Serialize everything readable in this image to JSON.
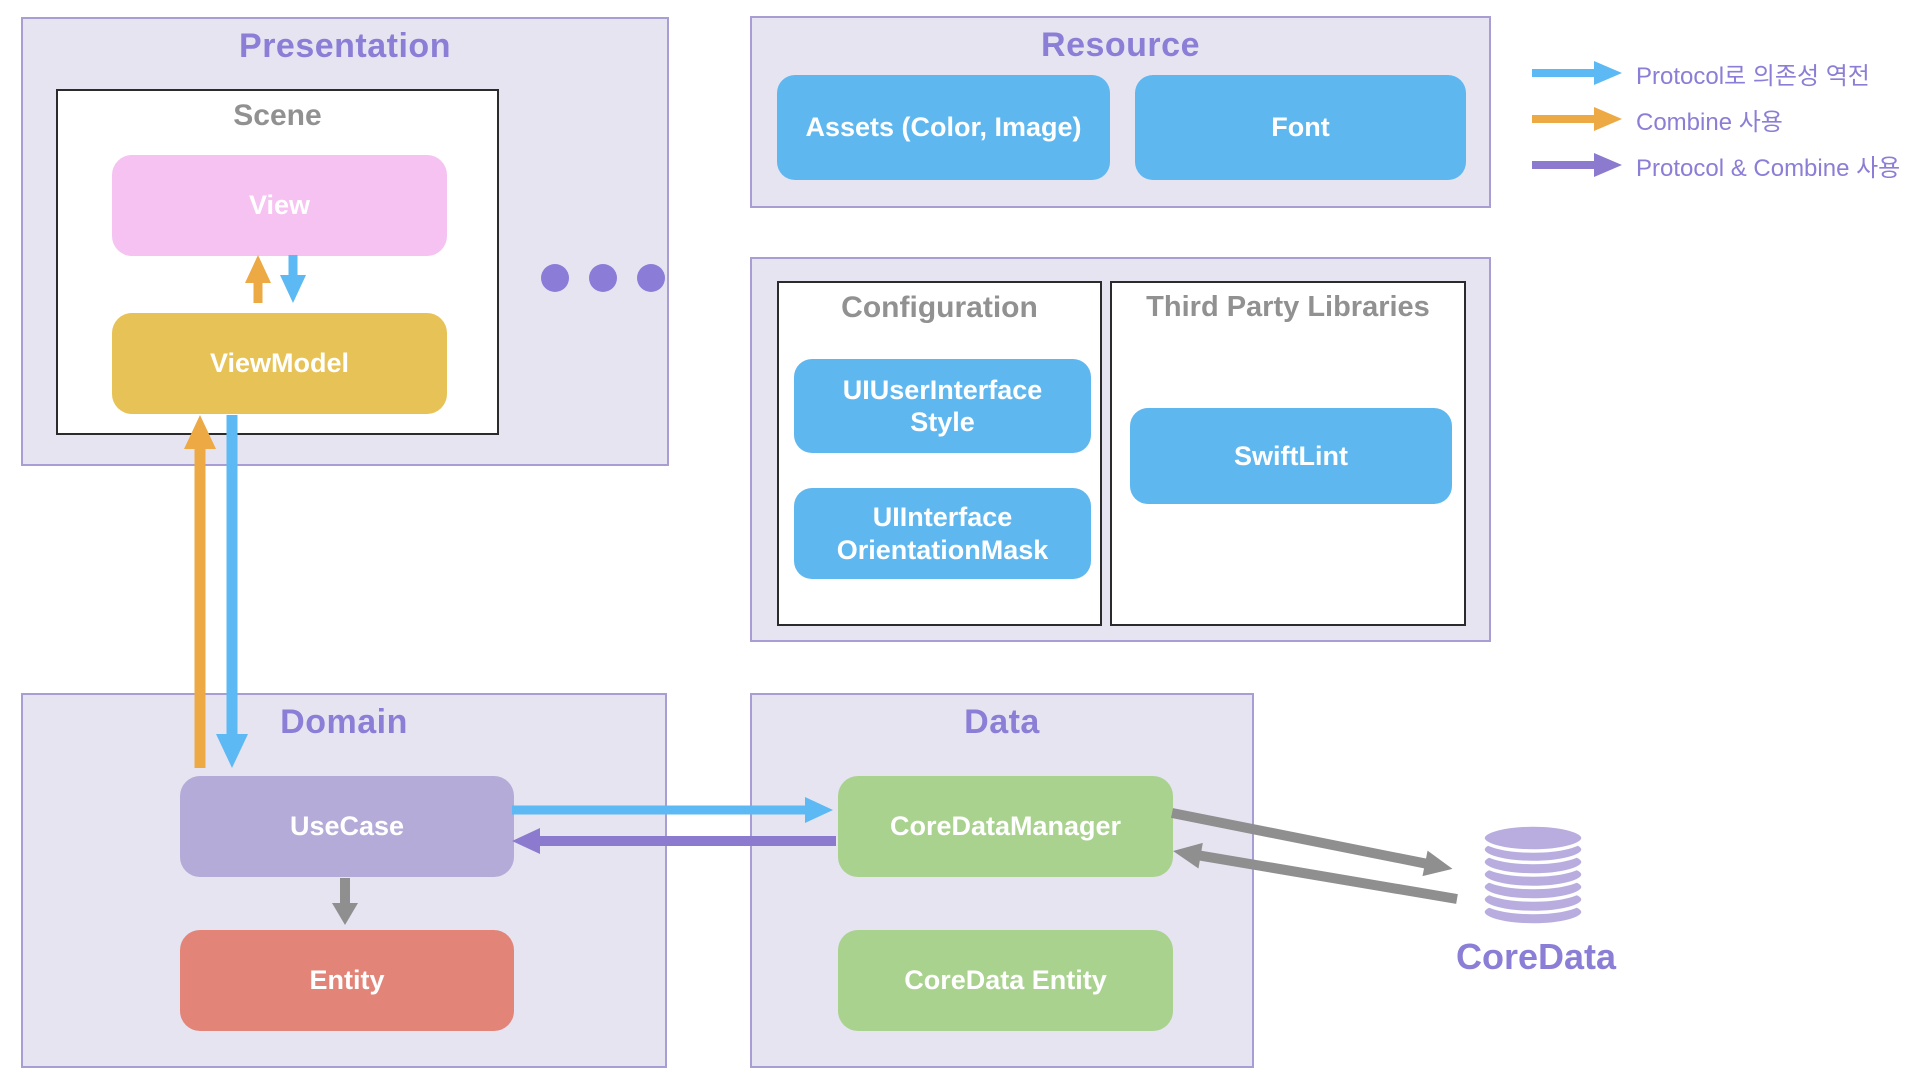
{
  "palette": {
    "canvas": "#ffffff",
    "section_bg": "#e7e4f2",
    "section_border": "#a89ed4",
    "section_title": "#8b7ed6",
    "inner_title": "#919191",
    "blue_box": "#5fb7f0",
    "pink_box": "#f5c2f2",
    "yellow_box": "#e7c256",
    "lavender_box": "#b5abd8",
    "salmon_box": "#e28578",
    "green_box": "#a9d28f",
    "dot": "#8b7cd7",
    "arrow_blue": "#5cb9f3",
    "arrow_orange": "#eca944",
    "arrow_purple": "#8b7ace",
    "arrow_gray": "#8f8f8f",
    "cylinder": "#b9addf",
    "coredata_label": "#8b7ed6"
  },
  "presentation": {
    "title": "Presentation",
    "scene_title": "Scene",
    "view": "View",
    "viewmodel": "ViewModel"
  },
  "resource": {
    "title": "Resource",
    "assets": "Assets (Color, Image)",
    "font": "Font"
  },
  "configuration": {
    "title": "Configuration",
    "items": [
      "UIUserInterface\nStyle",
      "UIInterface\nOrientationMask"
    ]
  },
  "third_party": {
    "title": "Third Party Libraries",
    "items": [
      "SwiftLint"
    ]
  },
  "domain": {
    "title": "Domain",
    "usecase": "UseCase",
    "entity": "Entity"
  },
  "data_layer": {
    "title": "Data",
    "manager": "CoreDataManager",
    "entity": "CoreData Entity"
  },
  "external": {
    "coredata": "CoreData"
  },
  "legend": {
    "items": [
      {
        "label": "Protocol로 의존성 역전",
        "color": "#5cb9f3"
      },
      {
        "label": "Combine 사용",
        "color": "#eca944"
      },
      {
        "label": "Protocol & Combine 사용",
        "color": "#8b7ace"
      }
    ]
  }
}
